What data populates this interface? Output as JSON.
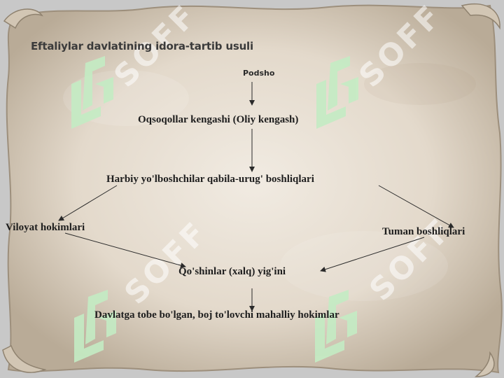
{
  "slide": {
    "title": "Eftaliylar davlatining idora-tartib usuli"
  },
  "diagram": {
    "nodes": {
      "podsho": "Podsho",
      "oqsoqollar": "Oqsoqollar kengashi (Oliy kengash)",
      "harbiy": "Harbiy yo'lboshchilar  qabila-urug' boshliqlari",
      "viloyat": "Viloyat hokimlari",
      "tuman": "Tuman boshliqlari",
      "qoshinlar": "Qo'shinlar (xalq) yig'ini",
      "davlatga": "Davlatga tobe  bo'lgan, boj to'lovchi  mahalliy  hokimlar"
    }
  },
  "watermark": {
    "text": "SOFF"
  },
  "colors": {
    "parchment": "#e8dfd2",
    "parchment_dark": "#a89a86",
    "border_gray": "#c9c9c9",
    "text": "#1e1e1e",
    "logo_green": "#bfe8bf"
  }
}
